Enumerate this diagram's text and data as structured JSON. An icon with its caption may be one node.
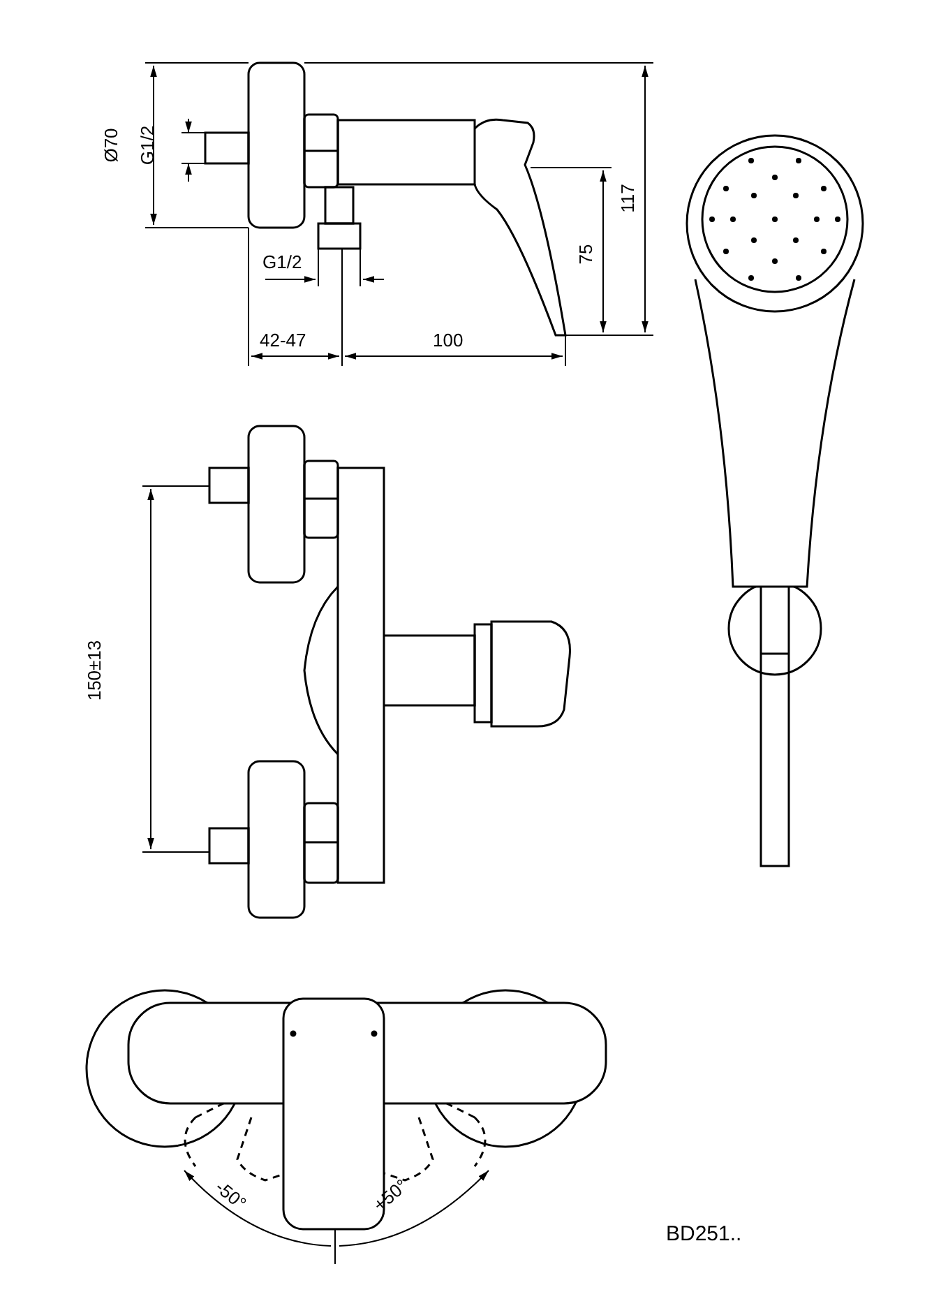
{
  "diagram": {
    "labels": [
      "Ø70",
      "G1/2",
      "117",
      "75",
      "G1/2",
      "42-47",
      "100",
      "150±13",
      "-50°",
      "+50°",
      "BD251.."
    ]
  }
}
